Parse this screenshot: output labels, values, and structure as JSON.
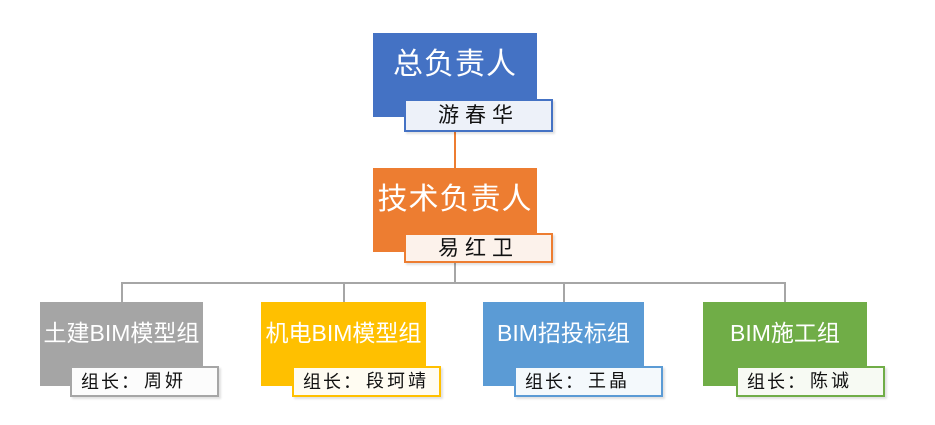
{
  "org_chart": {
    "background": "#FFFFFF",
    "connector_color_root_to_tech": "#ED7D31",
    "connector_color_tech_to_teams": "#A6A6A6",
    "root": {
      "title": "总负责人",
      "person": "游春华",
      "box_color": "#4472C4",
      "plate_bg": "#EDF1F9",
      "plate_border": "#4472C4"
    },
    "tech": {
      "title": "技术负责人",
      "person": "易红卫",
      "box_color": "#ED7D31",
      "plate_bg": "#FCF2EB",
      "plate_border": "#ED7D31"
    },
    "teams": [
      {
        "title": "土建BIM模型组",
        "leader_prefix": "组长：",
        "leader": "周妍",
        "box_color": "#A5A5A5",
        "plate_bg": "#FCFCFC",
        "plate_border": "#A6A6A6"
      },
      {
        "title": "机电BIM模型组",
        "leader_prefix": "组长：",
        "leader": "段珂靖",
        "box_color": "#FFC000",
        "plate_bg": "#FFFCF2",
        "plate_border": "#FFC000"
      },
      {
        "title": "BIM招投标组",
        "leader_prefix": "组长：",
        "leader": "王晶",
        "box_color": "#5B9BD5",
        "plate_bg": "#F4F9FC",
        "plate_border": "#5B9BD5"
      },
      {
        "title": "BIM施工组",
        "leader_prefix": "组长：",
        "leader": "陈诚",
        "box_color": "#70AD47",
        "plate_bg": "#F7FAF3",
        "plate_border": "#70AD47"
      }
    ]
  }
}
